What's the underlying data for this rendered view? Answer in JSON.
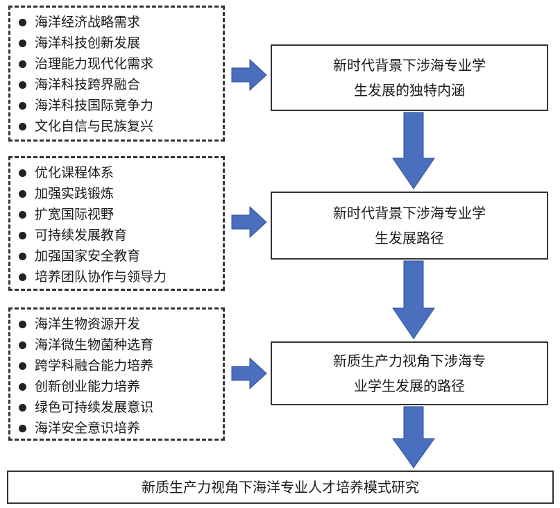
{
  "groups": [
    {
      "items": [
        "海洋经济战略需求",
        "海洋科技创新发展",
        "治理能力现代化需求",
        "海洋科技跨界融合",
        "海洋科技国际竞争力",
        "文化自信与民族复兴"
      ]
    },
    {
      "items": [
        "优化课程体系",
        "加强实践锻炼",
        "扩宽国际视野",
        "可持续发展教育",
        "加强国家安全教育",
        "培养团队协作与领导力"
      ]
    },
    {
      "items": [
        "海洋生物资源开发",
        "海洋微生物菌种选育",
        "跨学科融合能力培养",
        "创新创业能力培养",
        "绿色可持续发展意识",
        "海洋安全意识培养"
      ]
    }
  ],
  "boxes": [
    {
      "line1": "新时代背景下涉海专业学",
      "line2": "生发展的独特内涵"
    },
    {
      "line1": "新时代背景下涉海专业学",
      "line2": "生发展路径"
    },
    {
      "line1": "新质生产力视角下涉海专",
      "line2": "业学生发展的路径"
    }
  ],
  "bottom": {
    "label": "新质生产力视角下海洋专业人才培养模式研究"
  },
  "colors": {
    "arrow": "#4a6fbf",
    "border": "#333333"
  }
}
